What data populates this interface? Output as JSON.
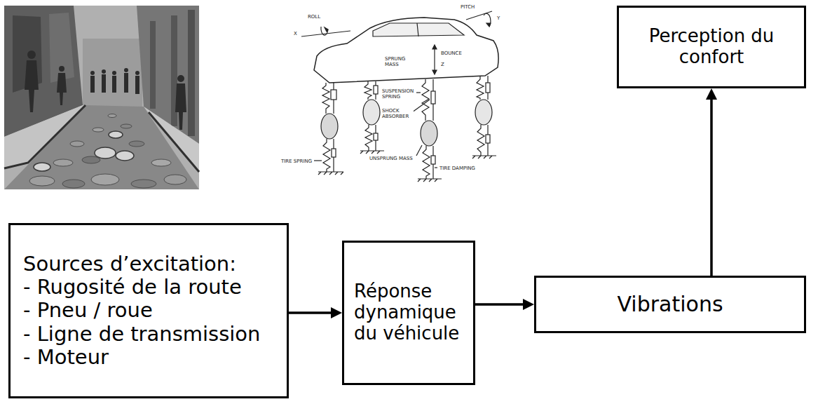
{
  "diagram": {
    "nodes": [
      {
        "text": [
          "Perception du confort"
        ]
      },
      {
        "text": [
          "Sources d’excitation:",
          "- Rugosité de la route",
          "- Pneu / roue",
          "- Ligne de transmission",
          "- Moteur"
        ]
      },
      {
        "text": [
          "Réponse dynamique du véhicule"
        ]
      },
      {
        "text": [
          "Vibrations"
        ]
      }
    ],
    "edges": [
      {
        "from": 1,
        "to": 2,
        "arrow": "to"
      },
      {
        "from": 2,
        "to": 3,
        "arrow": "to"
      },
      {
        "from": 3,
        "to": 0,
        "arrow": "to"
      }
    ],
    "labels": [
      "ROLL",
      "X",
      "PITCH",
      "Y",
      "SPRUNG MASS",
      "BOUNCE",
      "Z",
      "SUSPENSION SPRING",
      "SHOCK ABSORBER",
      "UNSPRUNG MASS",
      "TIRE SPRING",
      "TIRE DAMPING"
    ]
  }
}
